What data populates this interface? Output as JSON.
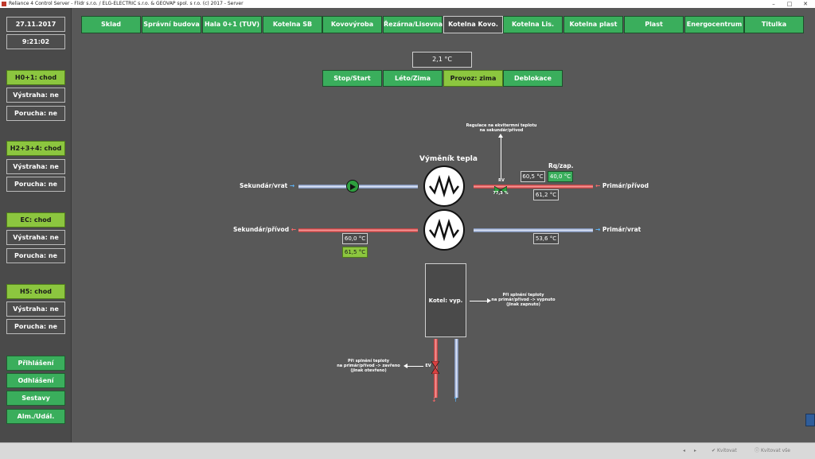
{
  "window": {
    "title": "Reliance 4 Control Server - Flidr s.r.o. / ELG-ELECTRIC s.r.o. & GEOVAP spol. s r.o. (c) 2017 - Server"
  },
  "sidebar": {
    "date": "27.11.2017",
    "time": "9:21:02",
    "groups": [
      {
        "status": "H0+1: chod",
        "warning": "Výstraha: ne",
        "fault": "Porucha: ne"
      },
      {
        "status": "H2+3+4: chod",
        "warning": "Výstraha: ne",
        "fault": "Porucha: ne"
      },
      {
        "status": "EC: chod",
        "warning": "Výstraha: ne",
        "fault": "Porucha: ne"
      },
      {
        "status": "H5: chod",
        "warning": "Výstraha: ne",
        "fault": "Porucha: ne"
      }
    ],
    "actions": {
      "login": "Přihlášení",
      "logout": "Odhlášení",
      "reports": "Sestavy",
      "alarms": "Alm./Udál."
    }
  },
  "tabs": [
    "Sklad",
    "Správní budova",
    "Hala 0+1 (TUV)",
    "Kotelna SB",
    "Kovovýroba",
    "Řezárna/Lisovna",
    "Kotelna Kovo.",
    "Kotelna Lis.",
    "Kotelna plast",
    "Plast",
    "Energocentrum",
    "Titulka"
  ],
  "selected_tab": 6,
  "controls": {
    "outdoor_temp": "2,1 °C",
    "stop_start": "Stop/Start",
    "summer_winter": "Léto/Zima",
    "mode": "Provoz: zima",
    "unblock": "Deblokace"
  },
  "diagram": {
    "exchanger_title": "Výměník tepla",
    "regulation_note_1": "Regulace na ekvitermní teplotu",
    "regulation_note_2": "na sekundár/přívod",
    "valve_rv": "RV",
    "valve_pct": "77,3 %",
    "rq_label": "Rq/zap.",
    "temp_primary_in_1": "60,5 °C",
    "temp_primary_set": "40,0 °C",
    "temp_primary_in_2": "61,2 °C",
    "secondary_return": "Sekundár/vrat",
    "primary_supply": "Primár/přívod",
    "secondary_supply": "Sekundár/přívod",
    "primary_return": "Primár/vrat",
    "temp_secondary_supply": "60,0 °C",
    "temp_secondary_supply_set": "61,5 °C",
    "temp_primary_return": "53,6 °C",
    "boiler": "Kotel: vyp.",
    "boiler_note_1": "Při splnění teploty",
    "boiler_note_2": "na primár/přívod -> vypnuto",
    "boiler_note_3": "(jinak zapnuto)",
    "ev": "EV",
    "ev_note_1": "Při splnění teploty",
    "ev_note_2": "na primár/přívod -> zavřeno",
    "ev_note_3": "(jinak otevřeno)"
  },
  "statusbar": {
    "ack": "Kvitovat",
    "ack_all": "Kvitovat vše"
  },
  "colors": {
    "green": "#3aae5c",
    "lime": "#8cc63f",
    "panel": "#4a4a4a",
    "background": "#585858"
  }
}
